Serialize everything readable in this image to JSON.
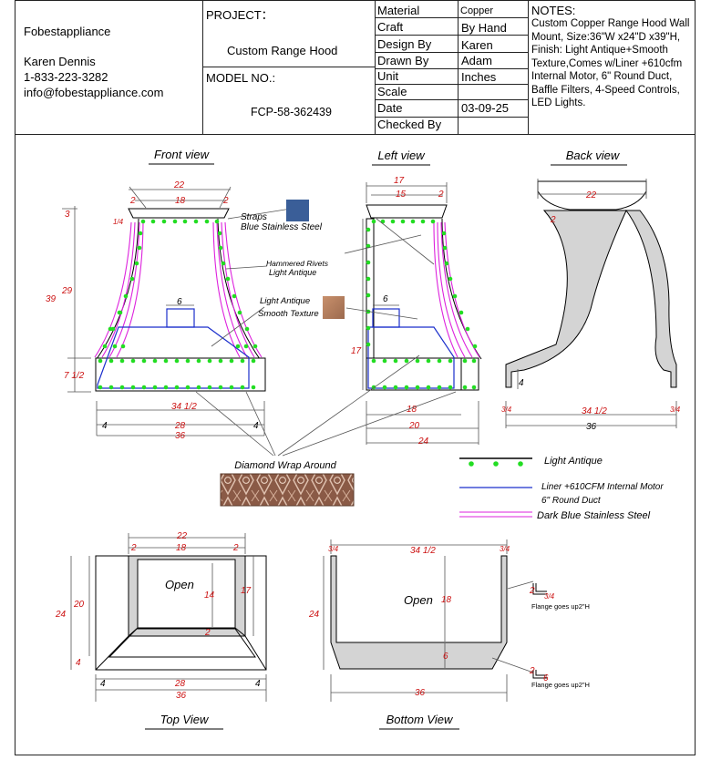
{
  "company": {
    "name": "Fobestappliance",
    "contact_name": "Karen Dennis",
    "phone": "1-833-223-3282",
    "email": "info@fobestappliance.com"
  },
  "project": {
    "label": "PROJECT：",
    "value": "Custom Range Hood",
    "model_label": "MODEL NO.:",
    "model_value": "FCP-58-362439"
  },
  "specs": [
    {
      "label": "Material",
      "value": "Copper"
    },
    {
      "label": "Craft",
      "value": "By Hand"
    },
    {
      "label": "Design By",
      "value": "Karen"
    },
    {
      "label": "Drawn By",
      "value": "Adam"
    },
    {
      "label": "Unit",
      "value": "Inches"
    },
    {
      "label": "Scale",
      "value": ""
    },
    {
      "label": "Date",
      "value": "03-09-25"
    },
    {
      "label": "Checked By",
      "value": ""
    }
  ],
  "notes": {
    "title": "NOTES:",
    "text": "Custom Copper Range Hood Wall Mount, Size:36\"W x24\"D x39\"H, Finish:  Light Antique+Smooth Texture,Comes w/Liner +610cfm Internal Motor, 6\" Round Duct, Baffle Filters, 4-Speed Controls, LED Lights."
  },
  "views": {
    "front": "Front view",
    "left": "Left view",
    "back": "Back view",
    "top": "Top View",
    "bottom": "Bottom View"
  },
  "callouts": {
    "straps_1": "Straps",
    "straps_2": "Blue Stainless Steel",
    "rivets_1": "Hammered Rivets",
    "rivets_2": "Light Antique",
    "finish_1": "Light Antique",
    "finish_2": "Smooth Texture",
    "diamond": "Diamond Wrap Around",
    "open": "Open",
    "flange_1": "Flange goes up2\"H",
    "flange_2": "Flange goes up2\"H"
  },
  "legend": [
    {
      "label": "Light Antique",
      "color": "#22cc22"
    },
    {
      "label": "Liner +610CFM Internal Motor",
      "label2": "6\" Round Duct",
      "color": "#1a2ecc"
    },
    {
      "label": "Dark Blue Stainless Steel",
      "color": "#dd22dd"
    }
  ],
  "colors": {
    "rivet": "#22dd22",
    "liner": "#1a2ecc",
    "strap": "#dd22dd",
    "dim": "#cc1111",
    "steel_blue_swatch": "#3a5e98",
    "copper_swatch": "#b07a5a",
    "panel_gray": "#d4d4d4"
  },
  "dims": {
    "front": {
      "top_w": "22",
      "inner_w": "18",
      "side": "2",
      "h_top": "3",
      "frac": "1/4",
      "h_total": "39",
      "h_body": "29",
      "h_band": "7 1/2",
      "duct": "6",
      "inner_bottom": "34 1/2",
      "bottom_w": "28",
      "total_w": "36",
      "edge": "4"
    },
    "left": {
      "top_w": "17",
      "inner_w": "15",
      "side": "2",
      "duct": "6",
      "h_body": "17",
      "inner_d": "18",
      "mid_d": "20",
      "total_d": "24"
    },
    "back": {
      "top_w": "22",
      "side": "2",
      "h_small": "4",
      "frac": "3/4",
      "inner": "34 1/2",
      "total": "36"
    },
    "top": {
      "top_w": "22",
      "inner_w": "18",
      "side": "2",
      "inner_h": "14",
      "depth_r": "17",
      "h_l": "20",
      "total_h": "24",
      "h_small": "4",
      "bottom_w": "28",
      "total_w": "36",
      "edge": "4",
      "bottom_gap": "2"
    },
    "bottom": {
      "frac": "3/4",
      "inner": "34 1/2",
      "inner_h": "18",
      "total_h": "24",
      "flange_h": "6",
      "total_w": "36",
      "flange_small": "2"
    }
  }
}
